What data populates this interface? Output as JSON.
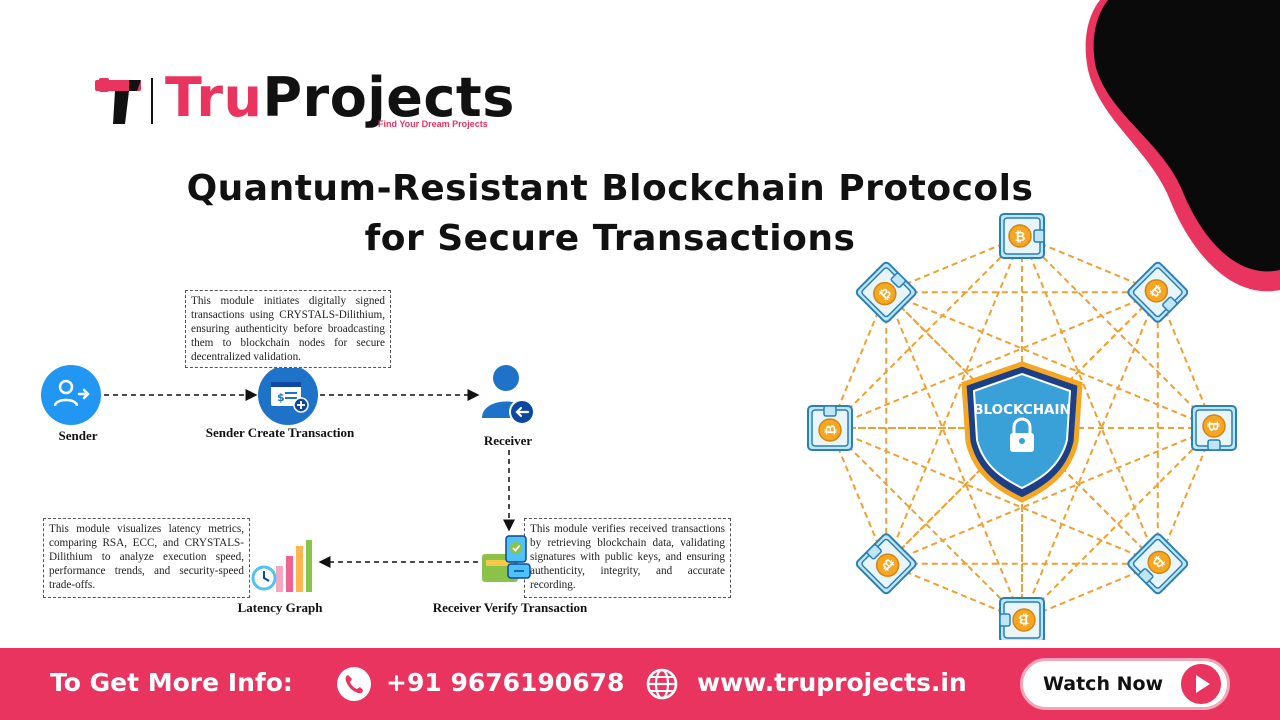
{
  "brand": {
    "name_part1": "Tru",
    "name_part2": "Projects",
    "tagline": "Find Your Dream Projects",
    "logo_icon": "tp-logo-icon",
    "accent": "#e8345f"
  },
  "title": {
    "line1": "Quantum-Resistant Blockchain Protocols",
    "line2": "for Secure Transactions"
  },
  "diagram": {
    "nodes": {
      "sender": "Sender",
      "sender_create": "Sender Create Transaction",
      "receiver": "Receiver",
      "receiver_verify": "Receiver Verify Transaction",
      "latency_graph": "Latency Graph"
    },
    "descriptions": {
      "create": "This module initiates digitally signed transactions using CRYSTALS-Dilithium, ensuring authenticity before broadcasting them to blockchain nodes for secure decentralized validation.",
      "latency": "This module visualizes latency metrics, comparing RSA, ECC, and CRYSTALS-Dilithium to analyze execution speed, performance trends, and security-speed trade-offs.",
      "verify": "This module verifies received transactions by retrieving blockchain data, validating signatures with public keys, and ensuring authenticity, integrity, and accurate recording."
    },
    "icon_color": "#1e88e5"
  },
  "network": {
    "center_label": "BLOCKCHAIN",
    "center_icon": "lock-shield-icon",
    "node_icon": "bitcoin-wallet-icon",
    "link_color": "#f0a030"
  },
  "footer": {
    "info_label": "To Get More Info:",
    "phone_icon": "phone-icon",
    "phone": "+91 9676190678",
    "globe_icon": "globe-icon",
    "website": "www.truprojects.in",
    "watch_label": "Watch Now",
    "play_icon": "play-icon",
    "bg_color": "#e8345f"
  }
}
